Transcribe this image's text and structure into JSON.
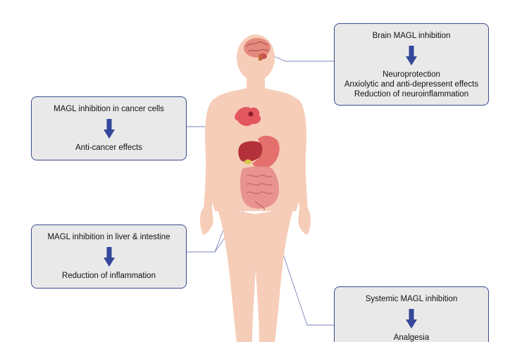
{
  "colors": {
    "body": "#f6cdb8",
    "box_fill": "#e9e9e9",
    "box_border": "#3c4a8c",
    "arrow": "#34479a",
    "connector": "#7a86b8"
  },
  "icons": {
    "arrow": "down-arrow-icon",
    "brain": "brain-icon",
    "tumor": "tumor-cell-icon",
    "liver": "liver-icon",
    "stomach": "stomach-icon",
    "intestine": "intestine-icon"
  },
  "callouts": {
    "brain": {
      "heading": "Brain MAGL inhibition",
      "effects": [
        "Neuroprotection",
        "Anxiolytic and anti-depressent effects",
        "Reduction of neuroinflammation"
      ]
    },
    "cancer": {
      "heading": "MAGL inhibition in cancer cells",
      "effects": [
        "Anti-cancer effects"
      ]
    },
    "liver": {
      "heading": "MAGL inhibition in liver & intestine",
      "effects": [
        "Reduction of inflammation"
      ]
    },
    "systemic": {
      "heading": "Systemic MAGL inhibition",
      "effects": [
        "Analgesia"
      ]
    }
  }
}
